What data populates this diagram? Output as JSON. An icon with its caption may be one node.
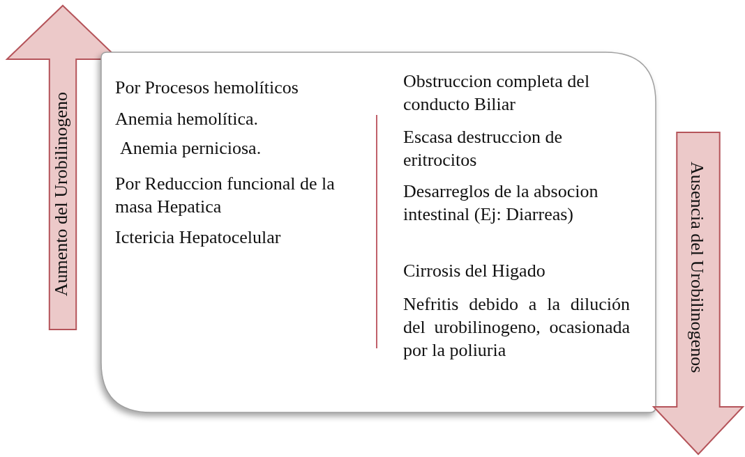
{
  "diagram": {
    "nodes": [
      {
        "text": [
          "Aumento del Urobilinogeno"
        ]
      },
      {
        "text": [
          "Por Procesos hemolíticos",
          "Anemia hemolítica.",
          "Anemia perniciosa.",
          "Por  Reduccion funcional de la masa Hepatica",
          "Ictericia Hepatocelular",
          "Obstruccion completa del conducto Biliar",
          "Escasa destruccion de eritrocitos",
          "Desarreglos de la absocion intestinal (Ej: Diarreas)",
          "Cirrosis del Higado",
          "Nefritis debido a la dilución del urobilinogeno, ocasionada por la poliuria"
        ]
      },
      {
        "text": [
          "Ausencia del Urobilinogenos"
        ]
      }
    ]
  }
}
